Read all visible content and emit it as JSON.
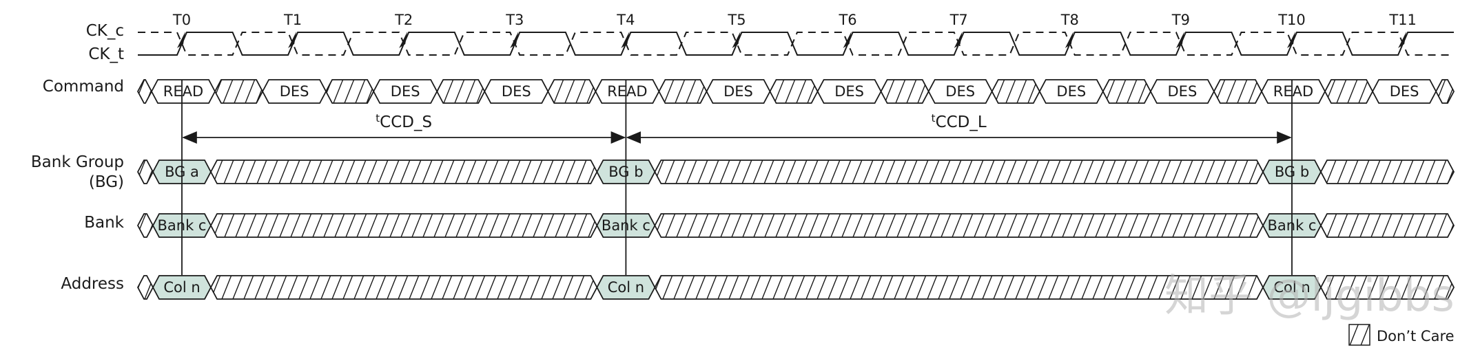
{
  "signals": {
    "ck_c": "CK_c",
    "ck_t": "CK_t",
    "command": "Command",
    "bank_group_line1": "Bank Group",
    "bank_group_line2": "(BG)",
    "bank": "Bank",
    "address": "Address"
  },
  "ticks": [
    "T0",
    "T1",
    "T2",
    "T3",
    "T4",
    "T5",
    "T6",
    "T7",
    "T8",
    "T9",
    "T10",
    "T11"
  ],
  "command_cells": [
    "READ",
    "DES",
    "DES",
    "DES",
    "READ",
    "DES",
    "DES",
    "DES",
    "DES",
    "DES",
    "READ",
    "DES"
  ],
  "bank_group_cells": [
    {
      "tick": 0,
      "text": "BG a"
    },
    {
      "tick": 4,
      "text": "BG b"
    },
    {
      "tick": 10,
      "text": "BG b"
    }
  ],
  "bank_cells": [
    {
      "tick": 0,
      "text": "Bank c"
    },
    {
      "tick": 4,
      "text": "Bank c"
    },
    {
      "tick": 10,
      "text": "Bank c"
    }
  ],
  "address_cells": [
    {
      "tick": 0,
      "text": "Col n"
    },
    {
      "tick": 4,
      "text": "Col n"
    },
    {
      "tick": 10,
      "text": "Col n"
    }
  ],
  "timings": [
    {
      "sup": "t",
      "name": "CCD_S",
      "from_tick": 0,
      "to_tick": 4
    },
    {
      "sup": "t",
      "name": "CCD_L",
      "from_tick": 4,
      "to_tick": 10
    }
  ],
  "legend": {
    "label": "Don’t Care"
  },
  "watermark": "知乎 @ljgibbs",
  "colors": {
    "line": "#1a1a1a",
    "valid_fill": "#cfe3dc",
    "background": "#ffffff"
  }
}
